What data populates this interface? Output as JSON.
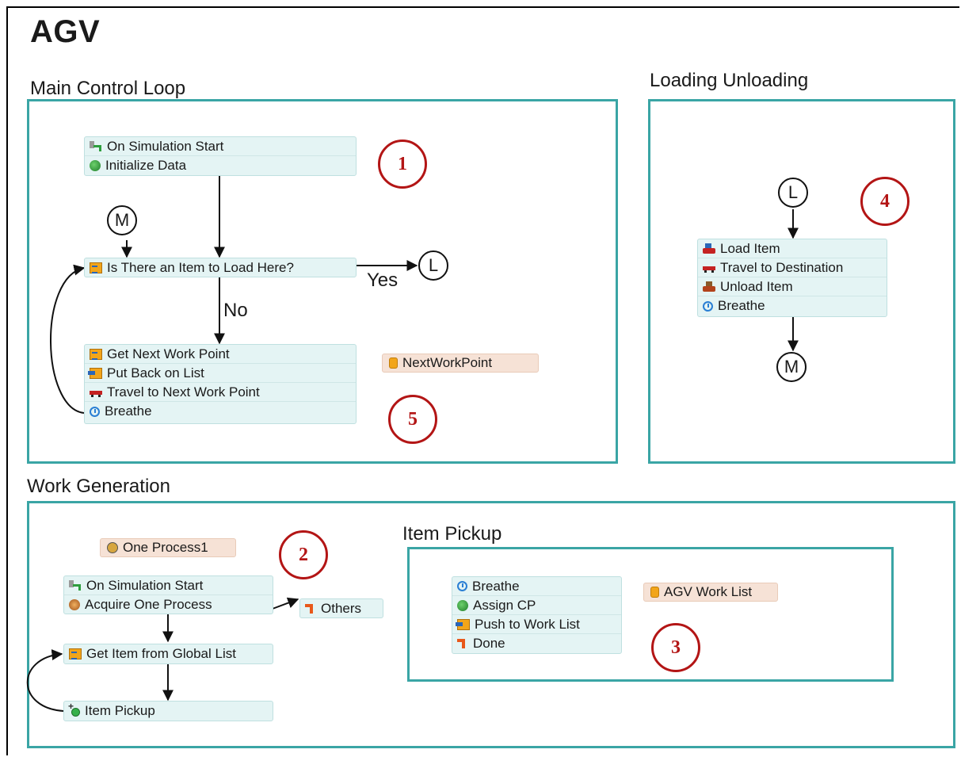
{
  "title": "AGV",
  "sections": {
    "main": "Main Control Loop",
    "loading": "Loading Unloading",
    "work": "Work Generation",
    "pickup": "Item Pickup"
  },
  "main_loop": {
    "start_block": [
      "On Simulation Start",
      "Initialize Data"
    ],
    "decision_block": [
      "Is There an Item to Load Here?"
    ],
    "work_block": [
      "Get Next Work Point",
      "Put Back on List",
      "Travel to Next Work Point",
      "Breathe"
    ],
    "variable_label": "NextWorkPoint",
    "connector_m": "M",
    "connector_l": "L",
    "yes_label": "Yes",
    "no_label": "No"
  },
  "loading_unloading": {
    "connector_l": "L",
    "connector_m": "M",
    "block": [
      "Load Item",
      "Travel to Destination",
      "Unload Item",
      "Breathe"
    ]
  },
  "work_generation": {
    "resource_label": "One Process1",
    "start_block": [
      "On Simulation Start",
      "Acquire One Process"
    ],
    "others_block": [
      "Others"
    ],
    "global_list_block": [
      "Get Item from Global List"
    ],
    "pickup_block": [
      "Item Pickup"
    ]
  },
  "item_pickup": {
    "block": [
      "Breathe",
      "Assign CP",
      "Push to Work List",
      "Done"
    ],
    "list_label": "AGV Work List"
  },
  "badges": [
    "1",
    "2",
    "3",
    "4",
    "5"
  ],
  "colors": {
    "box_border": "#3aa5a5",
    "block_fill": "#e4f4f4",
    "label_fill": "#f6e2d6",
    "badge": "#b31515"
  }
}
